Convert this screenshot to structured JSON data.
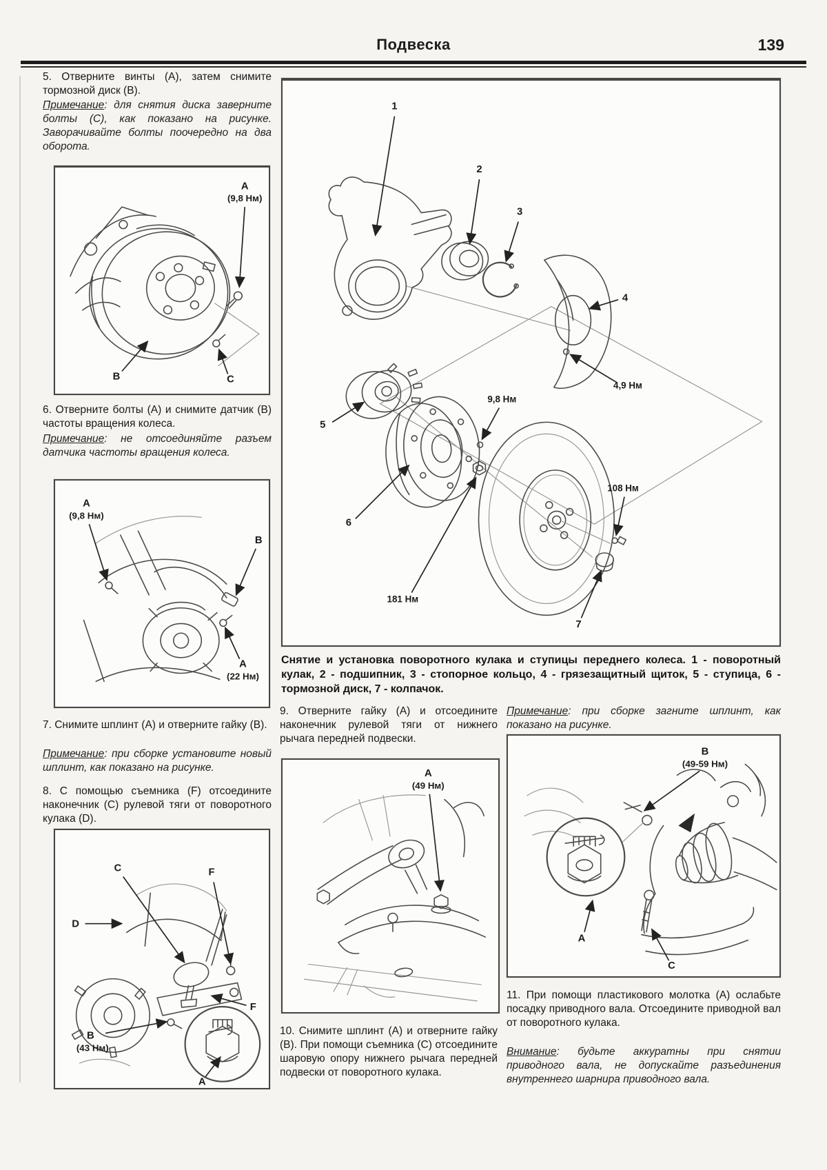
{
  "header": {
    "title": "Подвеска",
    "page_number": "139"
  },
  "steps": {
    "s5": "5. Отверните винты (А), затем снимите тормозной диск (В).",
    "s5_note_label": "Примечание",
    "s5_note": ": для снятия диска заверните болты (С), как показано на рисунке. Заворачивайте болты поочередно на два оборота.",
    "s6": "6. Отверните болты (А) и снимите датчик (В) частоты вращения колеса.",
    "s6_note_label": "Примечание",
    "s6_note": ": не отсоединяйте разъем датчика частоты вращения колеса.",
    "s7": "7. Снимите шплинт (А) и отверните гайку (В).",
    "s7_note_label": "Примечание",
    "s7_note": ": при сборке установите новый шплинт, как показано на рисунке.",
    "s8": "8. С помощью съемника (F) отсоедините наконечник (С) рулевой тяги от поворотного кулака (D).",
    "s9": "9. Отверните гайку (А) и отсоедините наконечник рулевой тяги от нижнего рычага передней подвески.",
    "s9_note_label": "Примечание",
    "s9_note": ": при сборке загните шплинт, как показано на рисунке.",
    "s10": "10. Снимите шплинт (А) и отверните гайку (В). При помощи съемника (С) отсоедините шаровую опору нижнего рычага передней подвески от поворотного кулака.",
    "s11": "11. При помощи пластикового молотка (А) ослабьте посадку приводного вала. Отсоедините приводной вал от поворотного кулака.",
    "s11_caution_label": "Внимание",
    "s11_caution": ": будьте аккуратны при снятии приводного вала, не допускайте разъединения внутреннего шарнира приводного вала."
  },
  "figures": {
    "fig_disc": {
      "a": "A",
      "a_t": "(9,8 Нм)",
      "b": "B",
      "c": "C"
    },
    "fig_sensor": {
      "a": "A",
      "a_t": "(9,8 Нм)",
      "b": "B",
      "a2": "A",
      "a2_t": "(22 Нм)"
    },
    "fig_tierod": {
      "c": "C",
      "f": "F",
      "d": "D",
      "f2": "F",
      "b": "B",
      "b_t": "(43 Нм)",
      "a": "A"
    },
    "fig_exploded": {
      "n1": "1",
      "n2": "2",
      "n3": "3",
      "n4": "4",
      "n5": "5",
      "n6": "6",
      "n7": "7",
      "t_49": "4,9 Нм",
      "t_98": "9,8 Нм",
      "t_108": "108 Нм",
      "t_181": "181 Нм",
      "caption": "Снятие и установка поворотного кулака и ступицы переднего колеса. 1 - поворотный кулак, 2 - подшипник, 3 - стопорное кольцо, 4 - грязезащитный щиток, 5 - ступица, 6 - тормозной диск, 7 - колпачок."
    },
    "fig_balljoint": {
      "a": "A",
      "a_t": "(49 Нм)"
    },
    "fig_driveshaft": {
      "b": "B",
      "b_t": "(49-59 Нм)",
      "a": "A",
      "c": "C"
    }
  }
}
